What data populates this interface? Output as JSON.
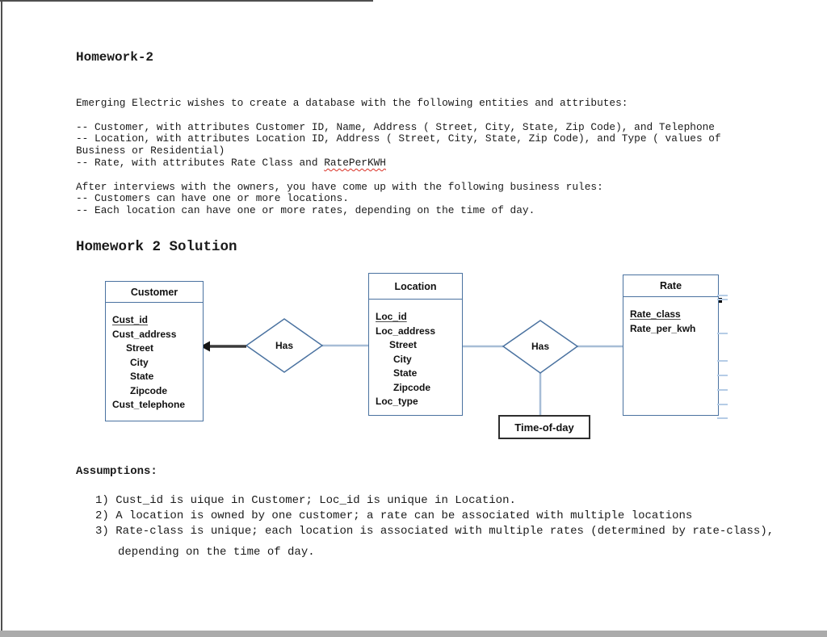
{
  "headings": {
    "title": "Homework-2",
    "solution": "Homework 2 Solution"
  },
  "intro": {
    "lines": [
      {
        "text": "Emerging Electric wishes to create a database with the following entities and attributes:"
      },
      {
        "text": ""
      },
      {
        "text": "-- Customer, with attributes Customer ID, Name, Address ( Street, City, State, Zip Code), and Telephone"
      },
      {
        "text": "-- Location, with attributes Location ID, Address ( Street, City, State, Zip Code), and Type ( values of"
      },
      {
        "text": "Business or Residential)"
      },
      {
        "text": "-- Rate, with attributes Rate Class and ",
        "misspelled": "RatePerKWH"
      },
      {
        "text": ""
      },
      {
        "text": "After interviews with the owners, you have come up with the following business rules:"
      },
      {
        "text": "-- Customers can have one or more locations."
      },
      {
        "text": "-- Each location can have one or more rates, depending on the time of day."
      }
    ]
  },
  "diagram": {
    "entities": [
      {
        "name": "Customer",
        "attributes": [
          {
            "label": "Cust_id",
            "key": true,
            "indent": 0
          },
          {
            "label": "Cust_address",
            "key": false,
            "indent": 0
          },
          {
            "label": "Street",
            "key": false,
            "indent": 1
          },
          {
            "label": "City",
            "key": false,
            "indent": 2
          },
          {
            "label": "State",
            "key": false,
            "indent": 2
          },
          {
            "label": "Zipcode",
            "key": false,
            "indent": 2
          },
          {
            "label": "Cust_telephone",
            "key": false,
            "indent": 0
          }
        ]
      },
      {
        "name": "Location",
        "attributes": [
          {
            "label": "Loc_id",
            "key": true,
            "indent": 0
          },
          {
            "label": "Loc_address",
            "key": false,
            "indent": 0
          },
          {
            "label": "Street",
            "key": false,
            "indent": 1
          },
          {
            "label": "City",
            "key": false,
            "indent": 2
          },
          {
            "label": "State",
            "key": false,
            "indent": 2
          },
          {
            "label": "Zipcode",
            "key": false,
            "indent": 2
          },
          {
            "label": "Loc_type",
            "key": false,
            "indent": 0
          }
        ]
      },
      {
        "name": "Rate",
        "attributes": [
          {
            "label": "Rate_class",
            "key": true,
            "indent": 0
          },
          {
            "label": "Rate_per_kwh",
            "key": false,
            "indent": 0
          }
        ]
      }
    ],
    "relationships": [
      {
        "label": "Has"
      },
      {
        "label": "Has"
      }
    ],
    "attribute_box": "Time-of-day",
    "colors": {
      "entity_border": "#4a72a0",
      "connector_line": "#a7bdd6",
      "arrow": "#333333",
      "spellcheck_underline": "#d93025",
      "page_rule": "#4f4f4f",
      "bottom_strip": "#ababab"
    }
  },
  "assumptions": {
    "heading": "Assumptions:",
    "items": [
      "1) Cust_id is uique in Customer; Loc_id is unique in Location.",
      "2) A location is owned by one customer; a rate can be associated with multiple locations",
      "3) Rate-class is unique; each location is associated with multiple rates (determined by rate-class),",
      "depending on the time of day."
    ]
  }
}
